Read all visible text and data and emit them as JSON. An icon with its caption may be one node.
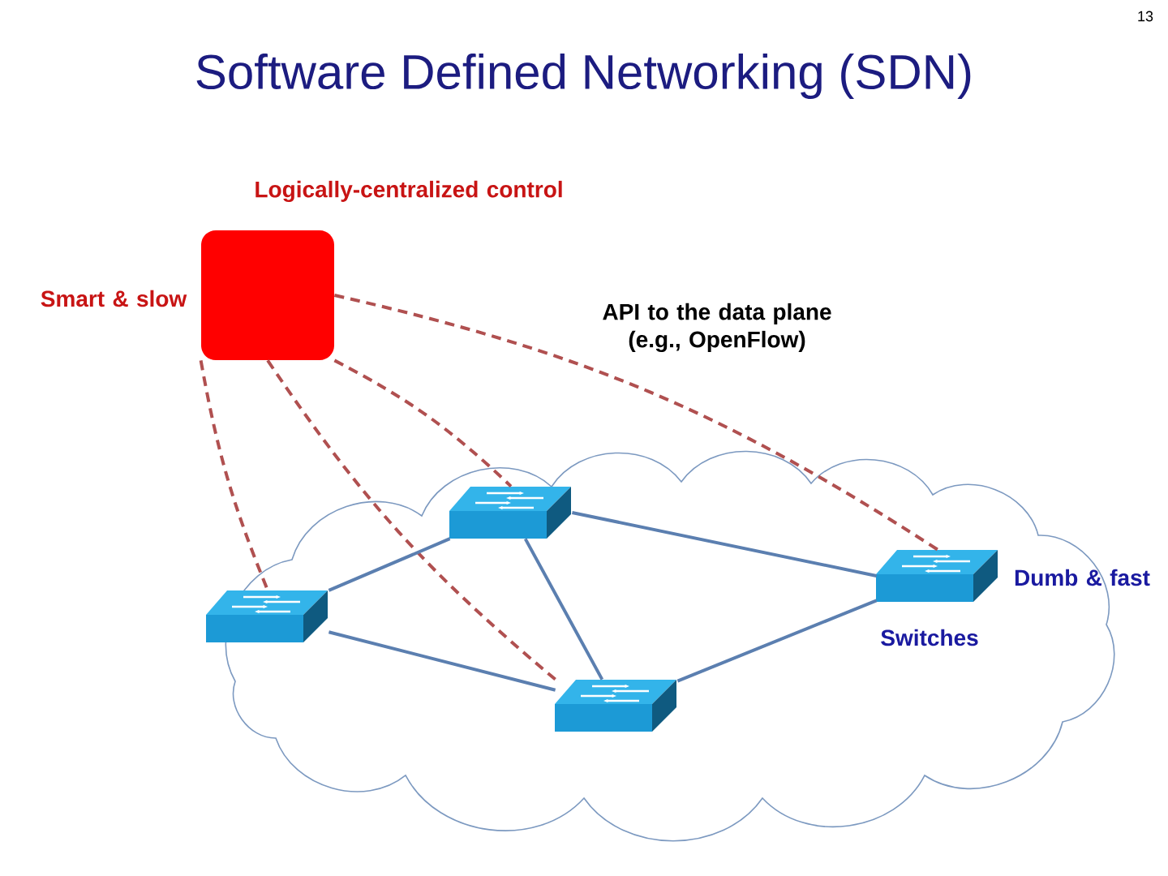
{
  "diagram": {
    "title": "Software Defined Networking (SDN)",
    "nodes": [
      {
        "text": [],
        "shape": "box",
        "beside": [
          "Logically-centralized control",
          "Smart & slow"
        ]
      },
      {
        "text": [],
        "shape": "switch"
      },
      {
        "text": [],
        "shape": "switch"
      },
      {
        "text": [],
        "shape": "switch"
      },
      {
        "text": [],
        "shape": "switch"
      }
    ],
    "edges": [
      {
        "from": 0,
        "to": 2,
        "arrow": "none",
        "style": "dashed",
        "color": "#b05050"
      },
      {
        "from": 0,
        "to": 1,
        "arrow": "none",
        "style": "dashed",
        "color": "#b05050"
      },
      {
        "from": 0,
        "to": 3,
        "arrow": "none",
        "style": "dashed",
        "color": "#b05050"
      },
      {
        "from": 0,
        "to": 4,
        "arrow": "none",
        "style": "dashed",
        "color": "#b05050"
      },
      {
        "from": 2,
        "to": 1,
        "arrow": "none"
      },
      {
        "from": 2,
        "to": 3,
        "arrow": "none"
      },
      {
        "from": 1,
        "to": 3,
        "arrow": "none"
      },
      {
        "from": 2,
        "to": 4,
        "arrow": "none"
      },
      {
        "from": 3,
        "to": 4,
        "arrow": "none"
      }
    ],
    "labels": [
      "13",
      "API to the data plane (e.g., OpenFlow)",
      "Dumb & fast",
      "Switches"
    ]
  }
}
